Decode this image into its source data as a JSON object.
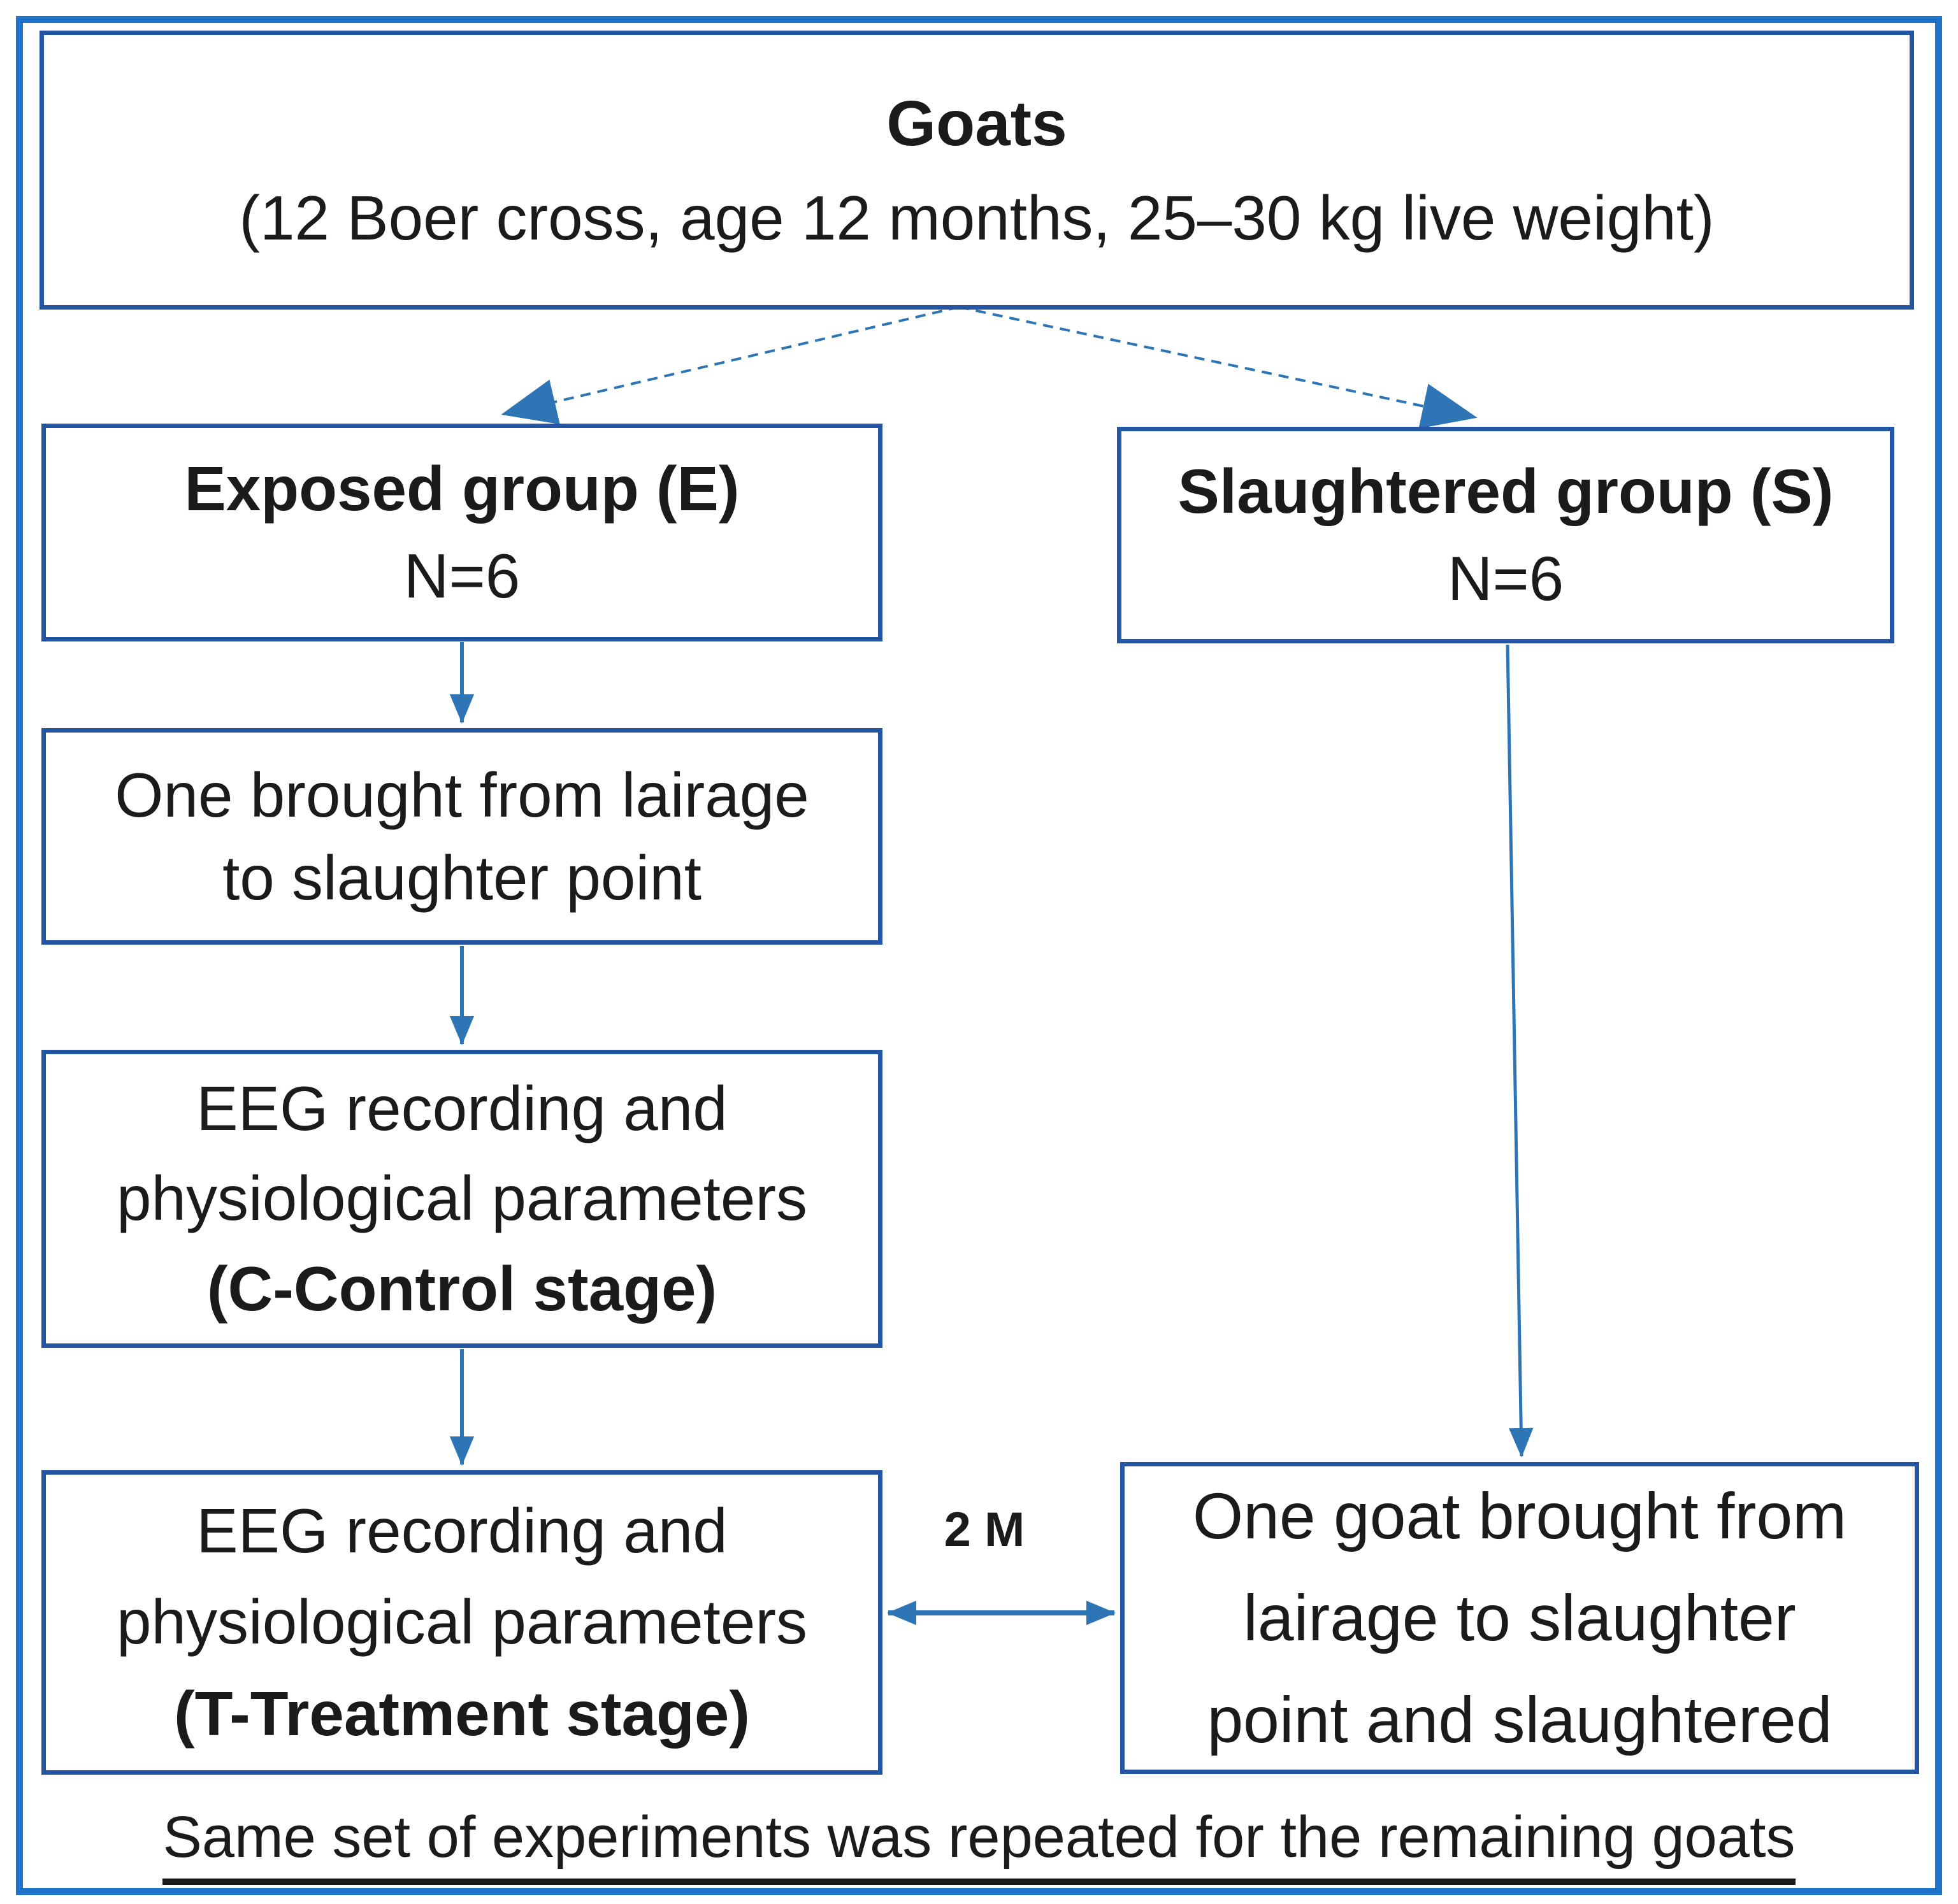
{
  "colors": {
    "frame": "#1e73c8",
    "box_border": "#2456a4",
    "arrow": "#2e75b6",
    "text": "#1b1b1b"
  },
  "boxes": {
    "goats": {
      "title": "Goats",
      "subtitle": "(12 Boer cross, age 12 months, 25–30 kg live weight)"
    },
    "exposed": {
      "title": "Exposed group (E)",
      "count": "N=6"
    },
    "slaughtered": {
      "title": "Slaughtered group (S)",
      "count": "N=6"
    },
    "lairage": {
      "lines": [
        "One brought from lairage",
        "to slaughter point"
      ]
    },
    "control": {
      "lines": [
        "EEG recording and",
        "physiological parameters"
      ],
      "stage": "(C-Control stage)"
    },
    "treatment": {
      "lines": [
        "EEG recording and",
        "physiological parameters"
      ],
      "stage": "(T-Treatment stage)"
    },
    "slaughter_point": {
      "lines": [
        "One goat brought from",
        "lairage to slaughter",
        "point and slaughtered"
      ]
    }
  },
  "labels": {
    "interval": "2 M",
    "footnote": "Same set of experiments was repeated for the remaining goats"
  }
}
